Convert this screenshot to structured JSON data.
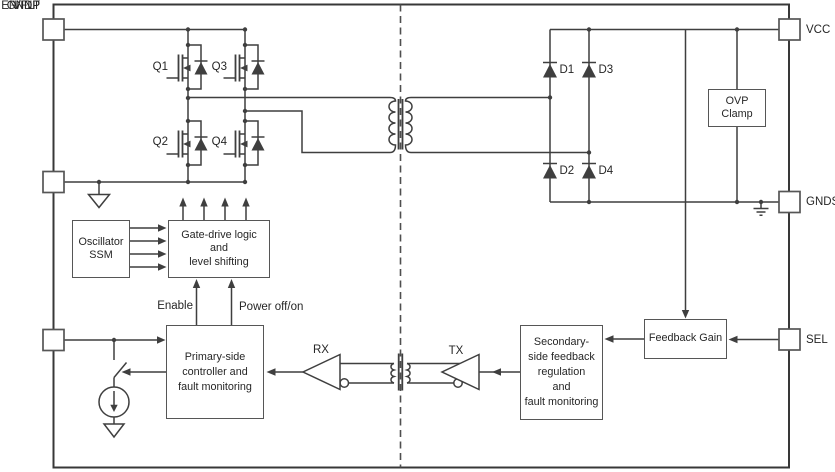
{
  "colors": {
    "wire": "#3f3f3f",
    "box_border": "#565656",
    "text": "#262626",
    "background": "#ffffff",
    "isolation_line": "#4f4f4f",
    "border": "#383838"
  },
  "pins": {
    "vinp": "VINP",
    "gndp": "GNDP",
    "enflt": "EN/FLT",
    "vcc": "VCC",
    "gnds": "GNDS",
    "sel": "SEL"
  },
  "transistors": {
    "q1": "Q1",
    "q2": "Q2",
    "q3": "Q3",
    "q4": "Q4"
  },
  "diodes": {
    "d1": "D1",
    "d2": "D2",
    "d3": "D3",
    "d4": "D4"
  },
  "blocks": {
    "oscillator": {
      "lines": [
        "Oscillator",
        "SSM"
      ]
    },
    "gate_drive": {
      "lines": [
        "Gate-drive logic",
        "and",
        "level shifting"
      ]
    },
    "primary_controller": {
      "lines": [
        "Primary-side",
        "controller and",
        "fault monitoring"
      ]
    },
    "secondary_feedback": {
      "lines": [
        "Secondary-",
        "side feedback",
        "regulation",
        "and",
        "fault monitoring"
      ]
    },
    "feedback_gain": {
      "lines": [
        "Feedback Gain"
      ]
    },
    "ovp_clamp": {
      "lines": [
        "OVP",
        "Clamp"
      ]
    }
  },
  "signals": {
    "enable": "Enable",
    "power_off_on": "Power off/on",
    "rx": "RX",
    "tx": "TX"
  }
}
